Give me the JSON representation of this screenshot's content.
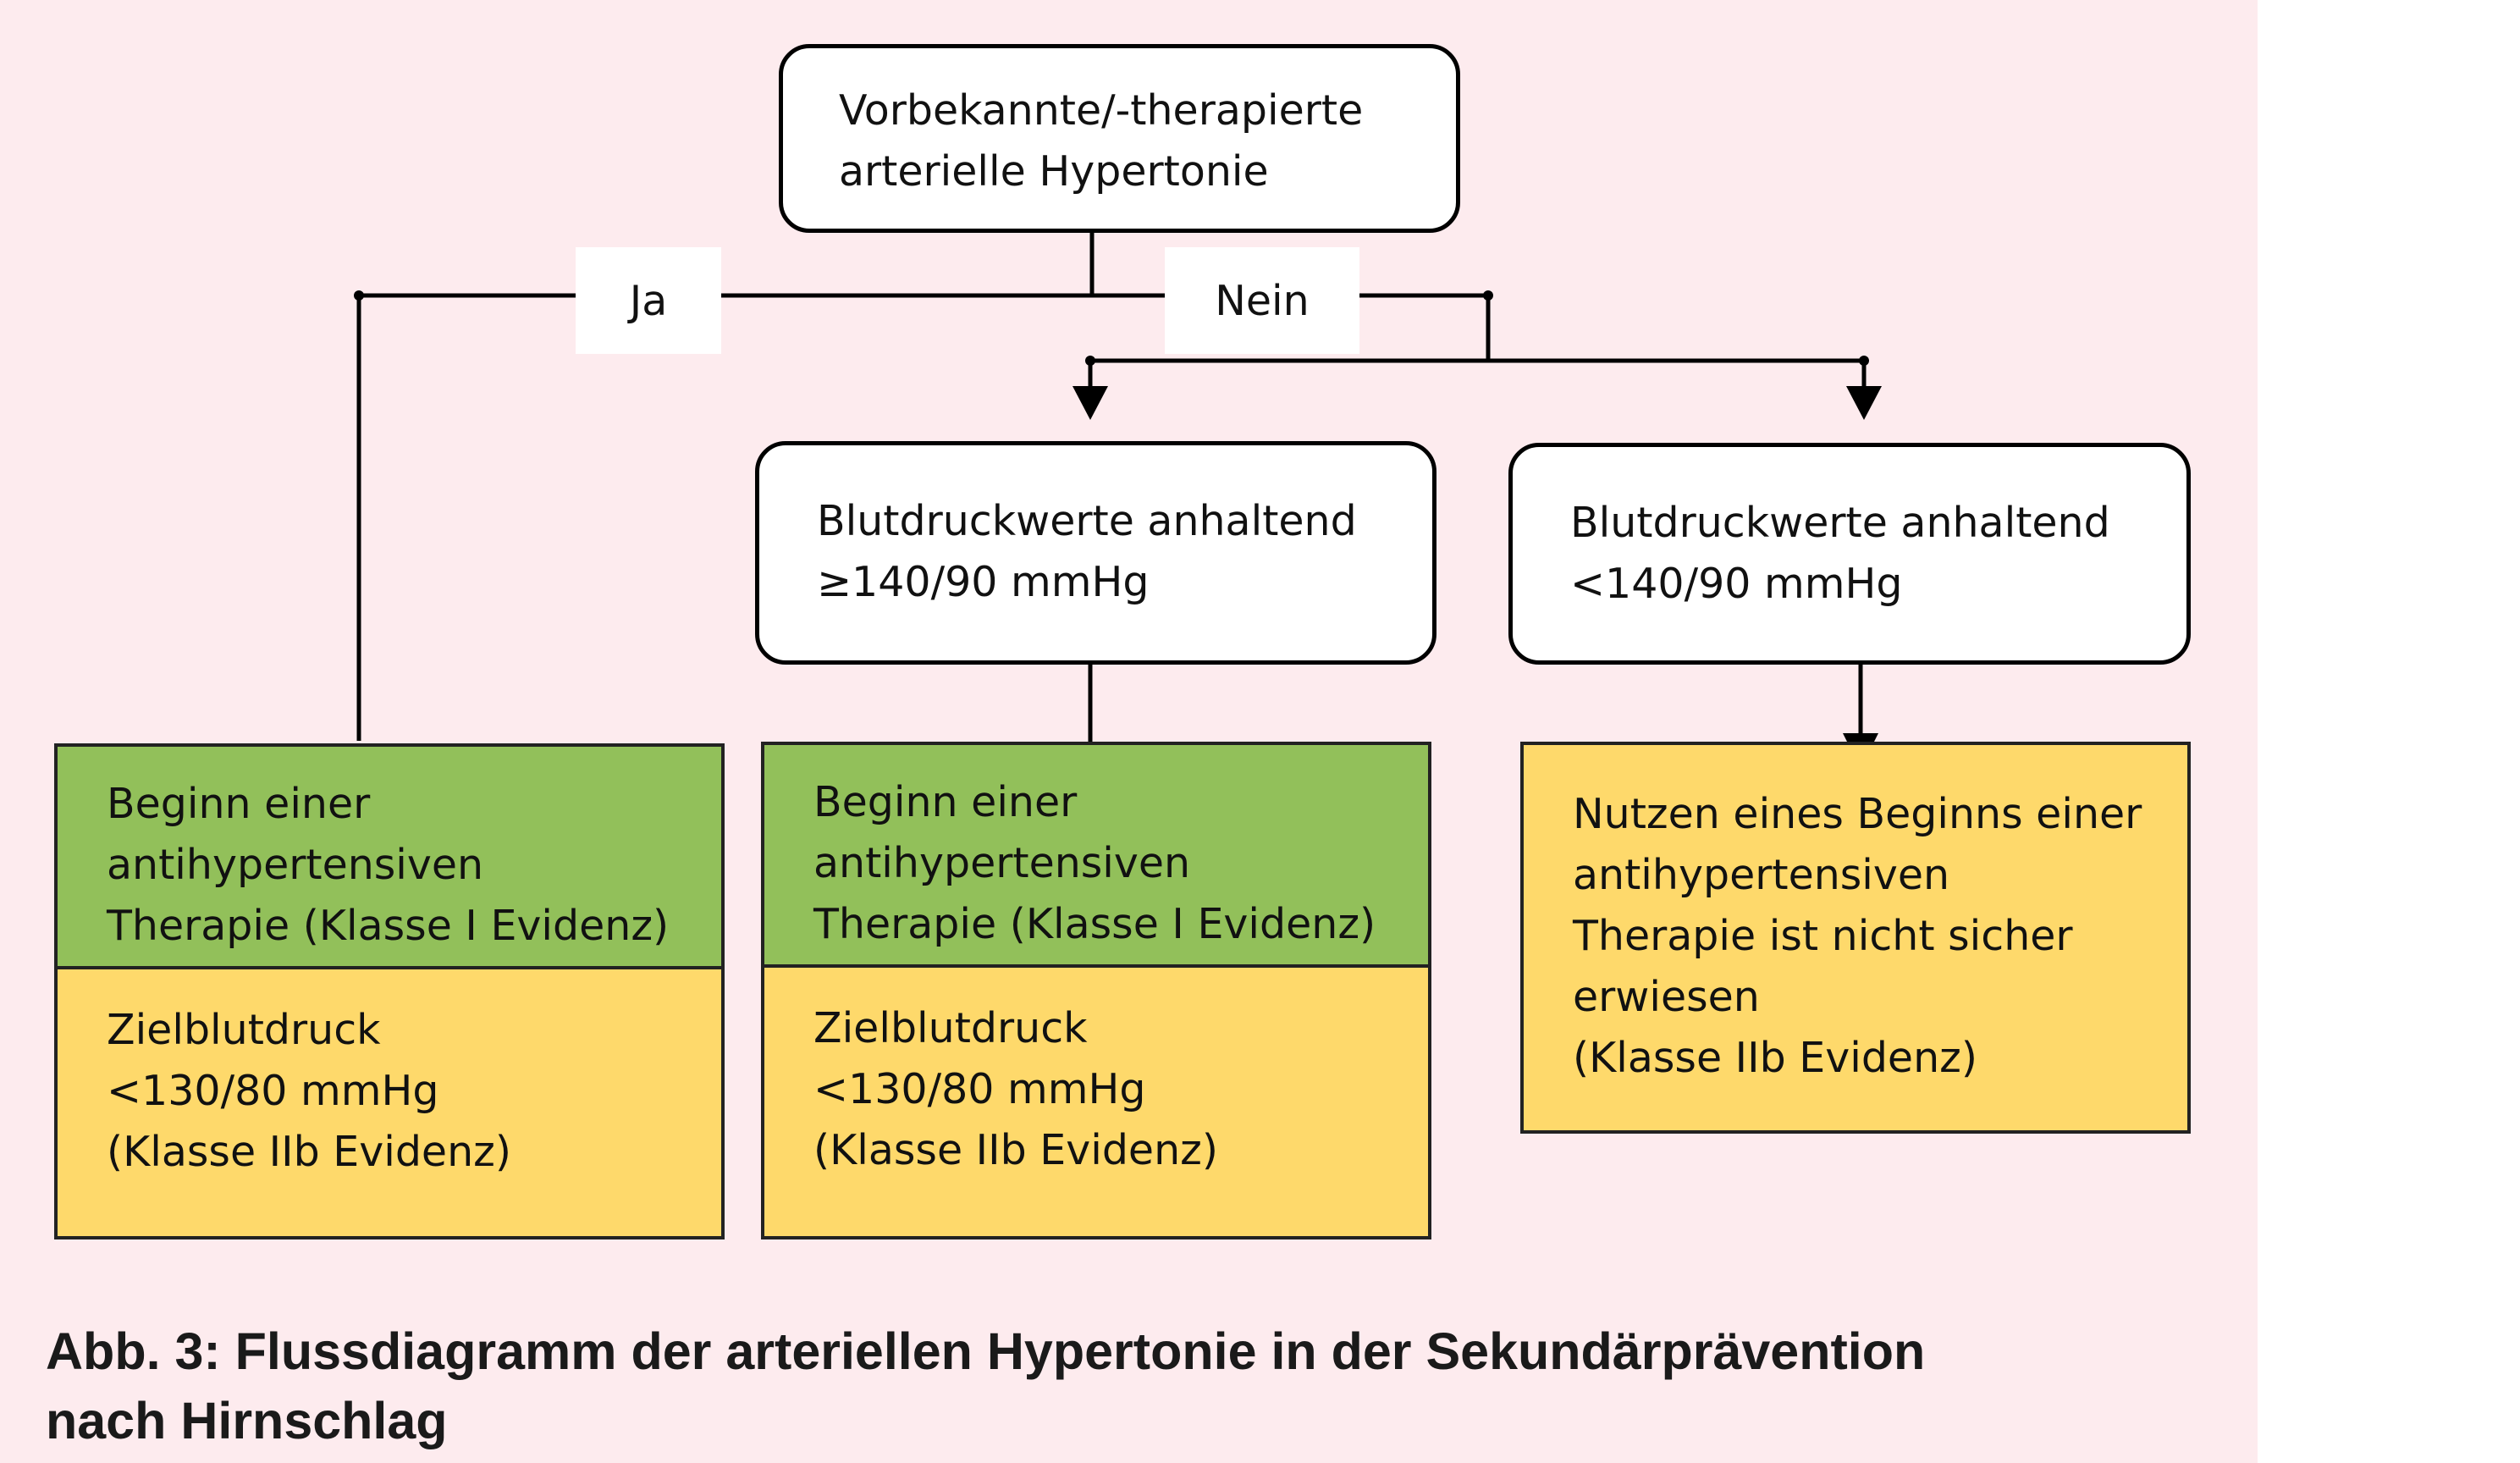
{
  "diagram": {
    "top_box": [
      "Vorbekannte/-therapierte",
      "arterielle Hypertonie"
    ],
    "branch_yes": "Ja",
    "branch_no": "Nein",
    "mid_box_high": [
      "Blutdruckwerte anhaltend",
      "≥140/90 mmHg"
    ],
    "mid_box_low": [
      "Blutdruckwerte anhaltend",
      "<140/90 mmHg"
    ],
    "therapy_box": [
      "Beginn einer",
      "antihypertensiven",
      "Therapie (Klasse I Evidenz)"
    ],
    "target_box": [
      "Zielblutdruck",
      "<130/80 mmHg",
      "(Klasse IIb Evidenz)"
    ],
    "uncertain_box": [
      "Nutzen eines Beginns einer",
      "antihypertensiven",
      "Therapie ist nicht sicher",
      "erwiesen",
      "(Klasse IIb Evidenz)"
    ]
  },
  "caption": [
    "Abb. 3:  Flussdiagramm der arteriellen Hypertonie in der Sekundärprävention",
    "nach Hirnschlag"
  ],
  "colors": {
    "background": "#fdebee",
    "green": "#92c05a",
    "yellow": "#fed96b"
  }
}
